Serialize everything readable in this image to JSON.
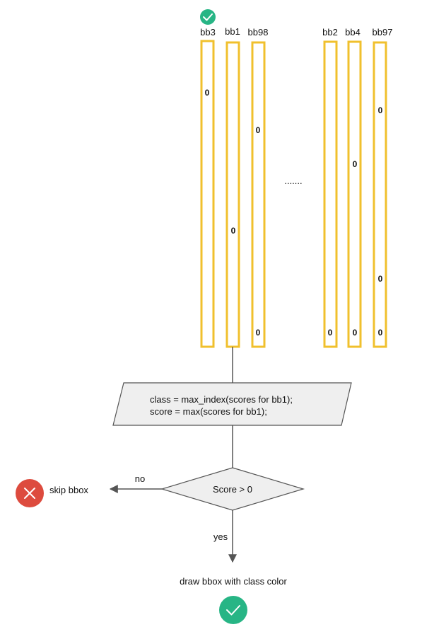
{
  "columns": [
    {
      "label": "bb3",
      "zero_count": 1,
      "checked": true
    },
    {
      "label": "bb1",
      "zero_count": 1,
      "checked": false
    },
    {
      "label": "bb98",
      "zero_count": 2,
      "checked": false
    },
    {
      "label": "bb2",
      "zero_count": 1,
      "checked": false
    },
    {
      "label": "bb4",
      "zero_count": 2,
      "checked": false
    },
    {
      "label": "bb97",
      "zero_count": 3,
      "checked": false
    }
  ],
  "cell_value": "0",
  "ellipsis": ".......",
  "process": {
    "line1": "class = max_index(scores for bb1);",
    "line2": "score = max(scores for bb1);"
  },
  "decision": {
    "label": "Score > 0"
  },
  "branch_no": {
    "label": "no",
    "result": "skip bbox"
  },
  "branch_yes": {
    "label": "yes",
    "result": "draw bbox with class color"
  },
  "colors": {
    "column_stroke": "#f0c02d",
    "shape_fill": "#efefef",
    "shape_stroke": "#555555",
    "reject": "#dd4b3e",
    "accept": "#27b585"
  },
  "icons": {
    "reject": "close-icon",
    "accept": "check-icon"
  }
}
